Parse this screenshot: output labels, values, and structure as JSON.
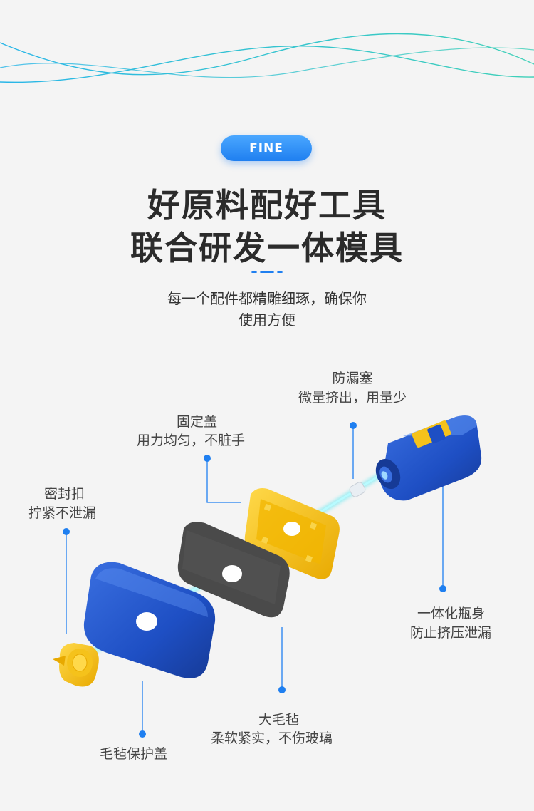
{
  "badge": {
    "label": "FINE"
  },
  "headline": {
    "line1": "好原料配好工具",
    "line2": "联合研发一体模具"
  },
  "description": {
    "line1": "每一个配件都精雕细琢，确保你",
    "line2": "使用方便"
  },
  "callouts": {
    "plug": {
      "title": "防漏塞",
      "text": "微量挤出，用量少"
    },
    "cover": {
      "title": "固定盖",
      "text": "用力均匀，不脏手"
    },
    "cap": {
      "title": "密封扣",
      "text": "拧紧不泄漏"
    },
    "bottle": {
      "title": "一体化瓶身",
      "text": "防止挤压泄漏"
    },
    "felt": {
      "title": "大毛毡",
      "text": "柔软紧实，不伤玻璃"
    },
    "guard": {
      "title": "毛毡保护盖"
    }
  },
  "colors": {
    "accent": "#1f7ff0",
    "part_blue": "#1e4fc4",
    "part_yellow": "#f5c21b",
    "felt_gray": "#4a4a4a",
    "axis_cyan": "#40e6f0"
  }
}
